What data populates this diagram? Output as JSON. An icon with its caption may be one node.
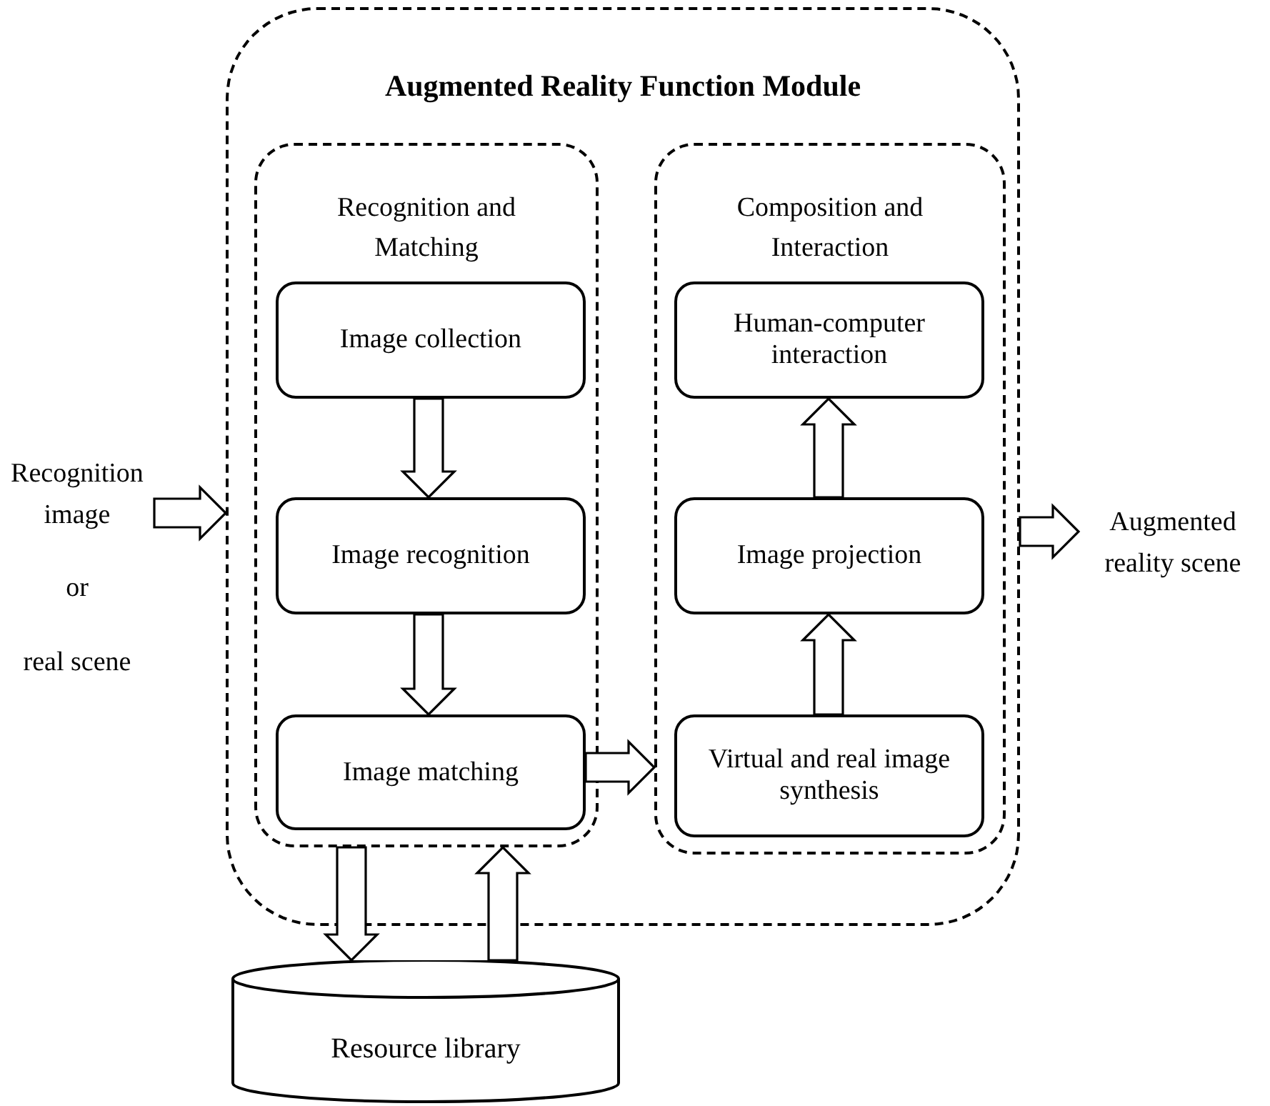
{
  "diagram": {
    "nodes": [
      {
        "text": [
          "Augmented Reality Function Module"
        ]
      },
      {
        "text": [
          "Recognition and Matching"
        ],
        "in": 0
      },
      {
        "text": [
          "Image collection"
        ],
        "in": 1
      },
      {
        "text": [
          "Image recognition"
        ],
        "in": 1
      },
      {
        "text": [
          "Image matching"
        ],
        "in": 1
      },
      {
        "text": [
          "Composition and Interaction"
        ],
        "in": 0
      },
      {
        "text": [
          "Human-computer interaction"
        ],
        "in": 5
      },
      {
        "text": [
          "Image projection"
        ],
        "in": 5
      },
      {
        "text": [
          "Virtual and real image synthesis"
        ],
        "in": 5
      },
      {
        "text": [
          "Recognition image",
          "or",
          "real scene"
        ]
      },
      {
        "text": [
          "Augmented reality scene"
        ]
      },
      {
        "text": [
          "Resource library"
        ]
      }
    ],
    "edges": [
      {
        "from": 2,
        "to": 3,
        "arrow": "to"
      },
      {
        "from": 3,
        "to": 4,
        "arrow": "to"
      },
      {
        "from": 4,
        "to": 5,
        "arrow": "to"
      },
      {
        "from": 8,
        "to": 7,
        "arrow": "to"
      },
      {
        "from": 7,
        "to": 6,
        "arrow": "to"
      },
      {
        "from": 9,
        "to": 0,
        "arrow": "to"
      },
      {
        "from": 0,
        "to": 10,
        "arrow": "to"
      },
      {
        "from": 1,
        "to": 11,
        "arrow": "to"
      },
      {
        "from": 11,
        "to": 1,
        "arrow": "to"
      }
    ]
  }
}
